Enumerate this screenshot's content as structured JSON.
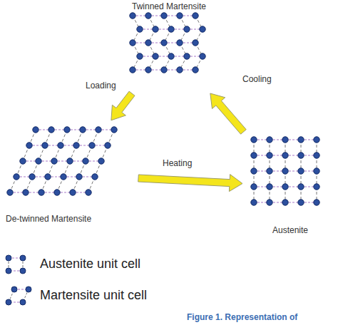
{
  "diagram": {
    "caption": "Figure 1. Representation of",
    "nodes": [
      {
        "text": [
          "Twinned Martensite"
        ]
      },
      {
        "text": [
          "De-twinned Martensite"
        ]
      },
      {
        "text": [
          "Austenite"
        ]
      }
    ],
    "edges": [
      {
        "from": 0,
        "to": 1,
        "label": "Loading",
        "arrow": "to"
      },
      {
        "from": 1,
        "to": 2,
        "label": "Heating",
        "arrow": "to"
      },
      {
        "from": 2,
        "to": 0,
        "label": "Cooling",
        "arrow": "to"
      }
    ],
    "legend": [
      {
        "text": "Austenite unit cell"
      },
      {
        "text": "Martensite unit cell"
      }
    ]
  }
}
